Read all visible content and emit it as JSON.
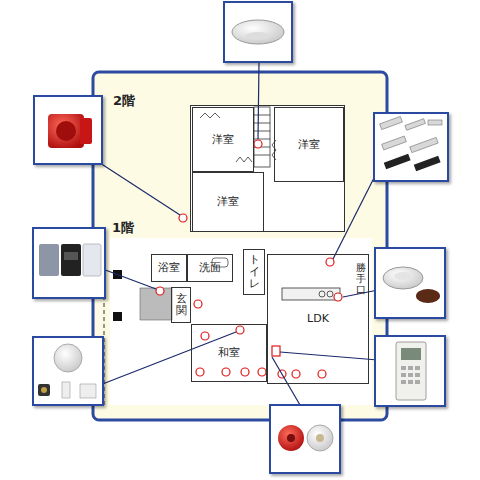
{
  "diagram": {
    "nodes": [
      {
        "text": [
          "2階"
        ]
      },
      {
        "text": [
          "洋室"
        ],
        "in": 0
      },
      {
        "text": [
          "洋室"
        ],
        "in": 0
      },
      {
        "text": [
          "洋室"
        ],
        "in": 0
      },
      {
        "text": [
          "1階"
        ]
      },
      {
        "text": [
          "浴室"
        ],
        "in": 4
      },
      {
        "text": [
          "洗面"
        ],
        "in": 4
      },
      {
        "text": [
          "トイレ"
        ],
        "in": 4
      },
      {
        "text": [
          "玄関"
        ],
        "in": 4
      },
      {
        "text": [
          "和室"
        ],
        "in": 4
      },
      {
        "text": [
          "LDK"
        ],
        "in": 4
      }
    ],
    "labels": [
      "勝手口"
    ]
  }
}
